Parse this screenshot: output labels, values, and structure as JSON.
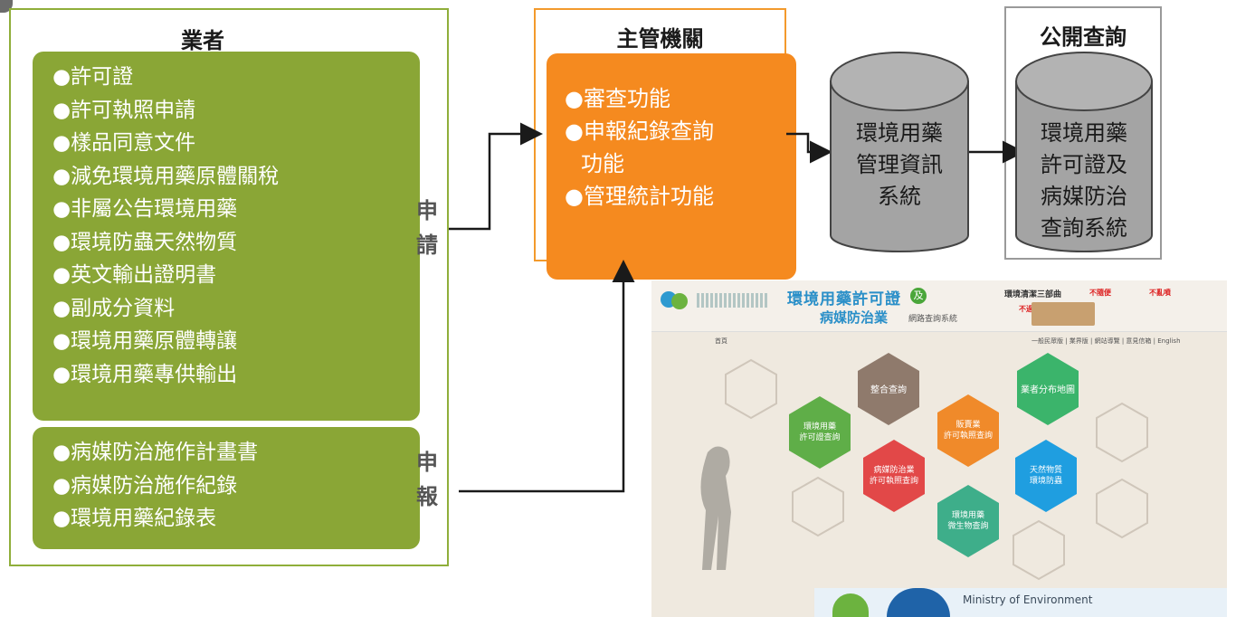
{
  "vendor": {
    "title": "業者",
    "group1": [
      "●許可證",
      "●許可執照申請",
      "●樣品同意文件",
      "●減免環境用藥原體關稅",
      "●非屬公告環境用藥",
      "●環境防蟲天然物質",
      "●英文輸出證明書",
      "●副成分資料",
      "●環境用藥原體轉讓",
      "●環境用藥專供輸出"
    ],
    "group2": [
      "●病媒防治施作計畫書",
      "●病媒防治施作紀錄",
      "●環境用藥紀錄表"
    ]
  },
  "labels": {
    "apply": "申請",
    "report": "申報"
  },
  "authority": {
    "title": "主管機關",
    "items": [
      "●審查功能",
      "●申報紀錄查詢",
      "  功能",
      "●管理統計功能"
    ]
  },
  "db1": {
    "lines": [
      "環境用藥",
      "管理資訊",
      "系統"
    ]
  },
  "public": {
    "title": "公開查詢",
    "lines": [
      "環境用藥",
      "許可證及",
      "病媒防治",
      "查詢系統"
    ]
  },
  "screenshot": {
    "site_title_1": "環境用藥許可證",
    "site_title_and": "及",
    "site_title_2": "病媒防治業",
    "site_title_suffix": "網路查詢系統",
    "slogan": "環境清潔三部曲",
    "slogan_tag1": "不隨便",
    "slogan_tag2": "不亂噴",
    "slogan_tag3": "不過量",
    "breadcrumb": "首頁",
    "top_links": "一般民眾版 | 業界版 | 網站導覽 | 意見信箱 | English",
    "hex_integrated": "整合查詢",
    "hex_vendor_dist": "業者分布地圖",
    "hex_env_license": "環境用藥\n許可證查詢",
    "hex_sales_license": "販賣業\n許可執照查詢",
    "hex_pest_license": "病媒防治業\n許可執照查詢",
    "hex_natural": "天然物質\n環境防蟲",
    "hex_microbe": "環境用藥\n微生物查詢",
    "footer": "Ministry of Environment"
  },
  "colors": {
    "green": "#8aa636",
    "green_border": "#8fae3a",
    "orange": "#f58a1f",
    "cylinder": "#a4a4a4",
    "hex_brown": "#8f7a6c",
    "hex_green": "#5fae48",
    "hex_orange": "#f08a2a",
    "hex_red": "#e24848",
    "hex_blue": "#1f9ee0",
    "hex_teal": "#3eae8a"
  }
}
